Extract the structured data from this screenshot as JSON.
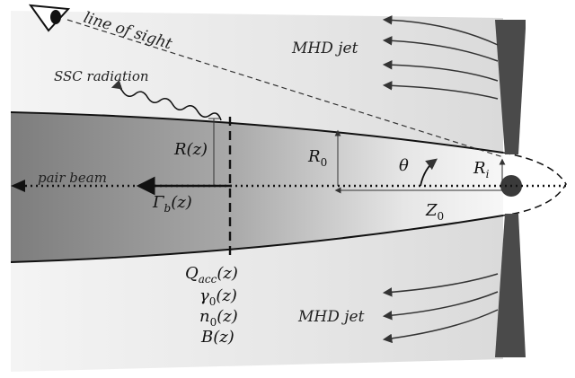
{
  "labels": {
    "line_of_sight": "line of sight",
    "mhd_jet_top": "MHD jet",
    "mhd_jet_bottom": "MHD jet",
    "ssc_radiation": "SSC radiation",
    "pair_beam": "pair beam",
    "R_z": "R(z)",
    "R_0": "R",
    "R_0_sub": "0",
    "theta": "θ",
    "R_i": "R",
    "R_i_sub": "i",
    "Z_0": "Z",
    "Z_0_sub": "0",
    "Gamma_b": "Γ",
    "Gamma_b_sub": "b",
    "Gamma_b_arg": "(z)",
    "Q_acc": "Q",
    "Q_acc_sub": "acc",
    "Q_acc_arg": "(z)",
    "gamma_0": "γ",
    "gamma_0_sub": "0",
    "gamma_0_arg": "(z)",
    "n_0": "n",
    "n_0_sub": "0",
    "n_0_arg": "(z)",
    "B_z": "B(z)"
  },
  "colors": {
    "jet_dark": "#7a7a7a",
    "jet_light": "#f2f2f2",
    "background_wedge": "#e8e8e8",
    "disk": "#4a4a4a",
    "black_hole": "#3a3a3a",
    "line": "#1a1a1a"
  },
  "icons": {
    "observer": "eye-icon"
  }
}
